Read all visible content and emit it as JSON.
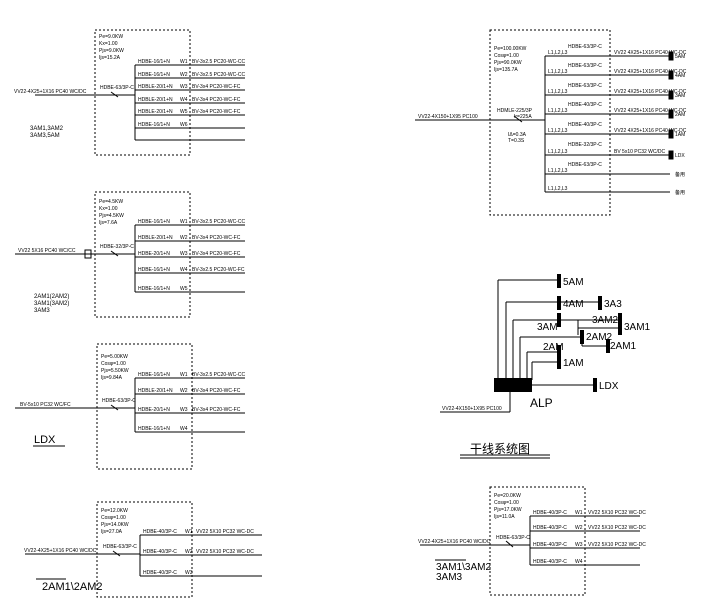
{
  "panels": {
    "p1": {
      "params": [
        "Pe=9.0KW",
        "Kx=1.00",
        "Pjs=9.0KW",
        "Ijs=15.2A"
      ],
      "feeder": "VV22-4X25+1X16 PC40 WC/DC",
      "main_breaker": "HDBE-63/3P-C",
      "name": [
        "3AM1,3AM2",
        "3AM3,5AM"
      ],
      "branches": [
        {
          "breaker": "HDBE-16/1+N",
          "circuit": "W1",
          "cable": "BV-3x2.5 PC20-WC-CC"
        },
        {
          "breaker": "HDBE-16/1+N",
          "circuit": "W2",
          "cable": "BV-3x2.5 PC20-WC-CC"
        },
        {
          "breaker": "HDBLE-20/1+N",
          "circuit": "W3",
          "cable": "BV-3x4 PC20-WC-FC"
        },
        {
          "breaker": "HDBLE-20/1+N",
          "circuit": "W4",
          "cable": "BV-3x4 PC20-WC-FC"
        },
        {
          "breaker": "HDBLE-20/1+N",
          "circuit": "W5",
          "cable": "BV-3x4 PC20-WC-FC"
        },
        {
          "breaker": "HDBE-16/1+N",
          "circuit": "W6",
          "cable": ""
        }
      ]
    },
    "p2": {
      "params": [
        "Pe=4.5KW",
        "Kx=1.00",
        "Pjs=4.5KW",
        "Ijs=7.6A"
      ],
      "feeder": "VV22 5X16 PC40 WC/CC",
      "main_breaker": "HDBE-32/3P-C",
      "name": [
        "2AM1(2AM2)",
        "3AM1(3AM2)",
        "3AM3"
      ],
      "branches": [
        {
          "breaker": "HDBE-16/1+N",
          "circuit": "W1",
          "cable": "BV-3x2.5 PC20-WC-CC"
        },
        {
          "breaker": "HDBLE-20/1+N",
          "circuit": "W2",
          "cable": "BV-3x4 PC20-WC-FC"
        },
        {
          "breaker": "HDBE-20/1+N",
          "circuit": "W3",
          "cable": "BV-3x4 PC20-WC-FC"
        },
        {
          "breaker": "HDBE-16/1+N",
          "circuit": "W4",
          "cable": "BV-3x2.5 PC20-WC-FC"
        },
        {
          "breaker": "HDBE-16/1+N",
          "circuit": "W5",
          "cable": ""
        }
      ]
    },
    "p3": {
      "params": [
        "Pe=5.00KW",
        "Cosφ=1.00",
        "Pjs=5.50KW",
        "Ijs=9.84A"
      ],
      "feeder": "BV-5x10 PC32 WC/FC",
      "main_breaker": "HDBE-63/3P-C",
      "name": "LDX",
      "branches": [
        {
          "breaker": "HDBE-16/1+N",
          "circuit": "W1",
          "cable": "BV-3x2.5 PC20-WC-CC"
        },
        {
          "breaker": "HDBLE-20/1+N",
          "circuit": "W2",
          "cable": "BV-3x4 PC20-WC-FC"
        },
        {
          "breaker": "HDBE-20/1+N",
          "circuit": "W3",
          "cable": "BV-3x4 PC20-WC-FC"
        },
        {
          "breaker": "HDBE-16/1+N",
          "circuit": "W4",
          "cable": ""
        }
      ]
    },
    "p4": {
      "params": [
        "Pe=12.0KW",
        "Cosφ=1.00",
        "Pjs=14.0KW",
        "Ijs=27.0A"
      ],
      "feeder": "VV22-4X25+1X16 PC40 WC/DC",
      "main_breaker": "HDBE-63/3P-C",
      "name": "2AM1\\2AM2",
      "branches": [
        {
          "breaker": "HDBE-40/3P-C",
          "circuit": "W1",
          "cable": "VV22 5X10 PC32 WC-DC"
        },
        {
          "breaker": "HDBE-40/3P-C",
          "circuit": "W2",
          "cable": "VV22 5X10 PC32 WC-DC"
        },
        {
          "breaker": "HDBE-40/3P-C",
          "circuit": "W3",
          "cable": ""
        }
      ]
    },
    "p5": {
      "params": [
        "Pe=100.00KW",
        "Cosφ=1.00",
        "Pjs=90.0KW",
        "Ijs=135.7A"
      ],
      "feeder": "VV22-4X150+1X95 PC100",
      "main_breaker": "HDMLE-225/3P",
      "main_breaker_extra": [
        "Ir=225A",
        "IΔ=0.3A",
        "T=0.3S"
      ],
      "branches": [
        {
          "breaker": "HDBE-63/3P-C",
          "circuit": "L1,L2,L3",
          "cable": "VV22 4X25+1X16 PC40 WC-DC",
          "dest": "5AM"
        },
        {
          "breaker": "HDBE-63/3P-C",
          "circuit": "L1,L2,L3",
          "cable": "VV22 4X25+1X16 PC40 WC-DC",
          "dest": "4AM"
        },
        {
          "breaker": "HDBE-63/3P-C",
          "circuit": "L1,L2,L3",
          "cable": "VV22 4X25+1X16 PC40 WC-DC",
          "dest": "3AM"
        },
        {
          "breaker": "HDBE-40/3P-C",
          "circuit": "L1,L2,L3",
          "cable": "VV22 4X25+1X16 PC40 WC-DC",
          "dest": "2AM"
        },
        {
          "breaker": "HDBE-40/3P-C",
          "circuit": "L1,L2,L3",
          "cable": "VV22 4X25+1X16 PC40 WC-DC",
          "dest": "1AM"
        },
        {
          "breaker": "HDBE-32/3P-C",
          "circuit": "L1,L2,L3",
          "cable": "BV 5x10 PC32 WC/DC",
          "dest": "LDX"
        },
        {
          "breaker": "HDBE-63/3P-C",
          "circuit": "L1,L2,L3",
          "cable": "",
          "dest": "备用"
        },
        {
          "breaker": "",
          "circuit": "L1,L2,L3",
          "cable": "",
          "dest": "备用"
        }
      ]
    },
    "p6": {
      "params": [
        "Pe=20.0KW",
        "Cosφ=1.00",
        "Pjs=17.0KW",
        "Ijs=11.0A"
      ],
      "feeder": "VV22-4X25+1X16 PC40 WC/DC",
      "main_breaker": "HDBE-63/3P-C",
      "name": [
        "3AM1\\3AM2",
        "3AM3"
      ],
      "branches": [
        {
          "breaker": "HDBE-40/3P-C",
          "circuit": "W1",
          "cable": "VV22 5X10 PC32 WC-DC"
        },
        {
          "breaker": "HDBE-40/3P-C",
          "circuit": "W2",
          "cable": "VV22 5X10 PC32 WC-DC"
        },
        {
          "breaker": "HDBE-40/3P-C",
          "circuit": "W3",
          "cable": "VV22 5X10 PC32 WC-DC"
        },
        {
          "breaker": "HDBE-40/3P-C",
          "circuit": "W4",
          "cable": ""
        }
      ]
    }
  },
  "riser": {
    "title": "干线系统图",
    "source": "ALP",
    "ldx": "LDX",
    "feeder": "VV22-4X150+1X95 PC100",
    "nodes": {
      "n5am": "5AM",
      "n4am": "4AM",
      "n3a3": "3A3",
      "n3am2": "3AM2",
      "n3am": "3AM",
      "n3am1": "3AM1",
      "n2am2": "2AM2",
      "n2am": "2AM",
      "n2am1": "2AM1",
      "n1am": "1AM"
    }
  }
}
